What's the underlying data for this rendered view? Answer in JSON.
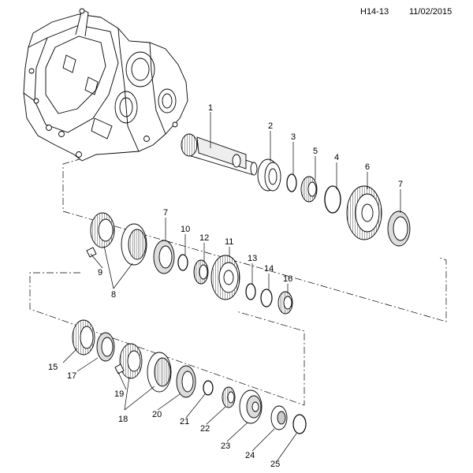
{
  "header": {
    "reference": "H14-13",
    "date": "11/02/2015"
  },
  "callouts": [
    {
      "id": "c1",
      "label": "1"
    },
    {
      "id": "c2",
      "label": "2"
    },
    {
      "id": "c3",
      "label": "3"
    },
    {
      "id": "c4",
      "label": "4"
    },
    {
      "id": "c5",
      "label": "5"
    },
    {
      "id": "c6",
      "label": "6"
    },
    {
      "id": "c7a",
      "label": "7"
    },
    {
      "id": "c7b",
      "label": "7"
    },
    {
      "id": "c8",
      "label": "8"
    },
    {
      "id": "c9",
      "label": "9"
    },
    {
      "id": "c10",
      "label": "10"
    },
    {
      "id": "c11",
      "label": "11"
    },
    {
      "id": "c12",
      "label": "12"
    },
    {
      "id": "c13",
      "label": "13"
    },
    {
      "id": "c14",
      "label": "14"
    },
    {
      "id": "c15",
      "label": "15"
    },
    {
      "id": "c16",
      "label": "16"
    },
    {
      "id": "c17",
      "label": "17"
    },
    {
      "id": "c18",
      "label": "18"
    },
    {
      "id": "c19",
      "label": "19"
    },
    {
      "id": "c20",
      "label": "20"
    },
    {
      "id": "c21",
      "label": "21"
    },
    {
      "id": "c22",
      "label": "22"
    },
    {
      "id": "c23",
      "label": "23"
    },
    {
      "id": "c24",
      "label": "24"
    },
    {
      "id": "c25",
      "label": "25"
    }
  ]
}
